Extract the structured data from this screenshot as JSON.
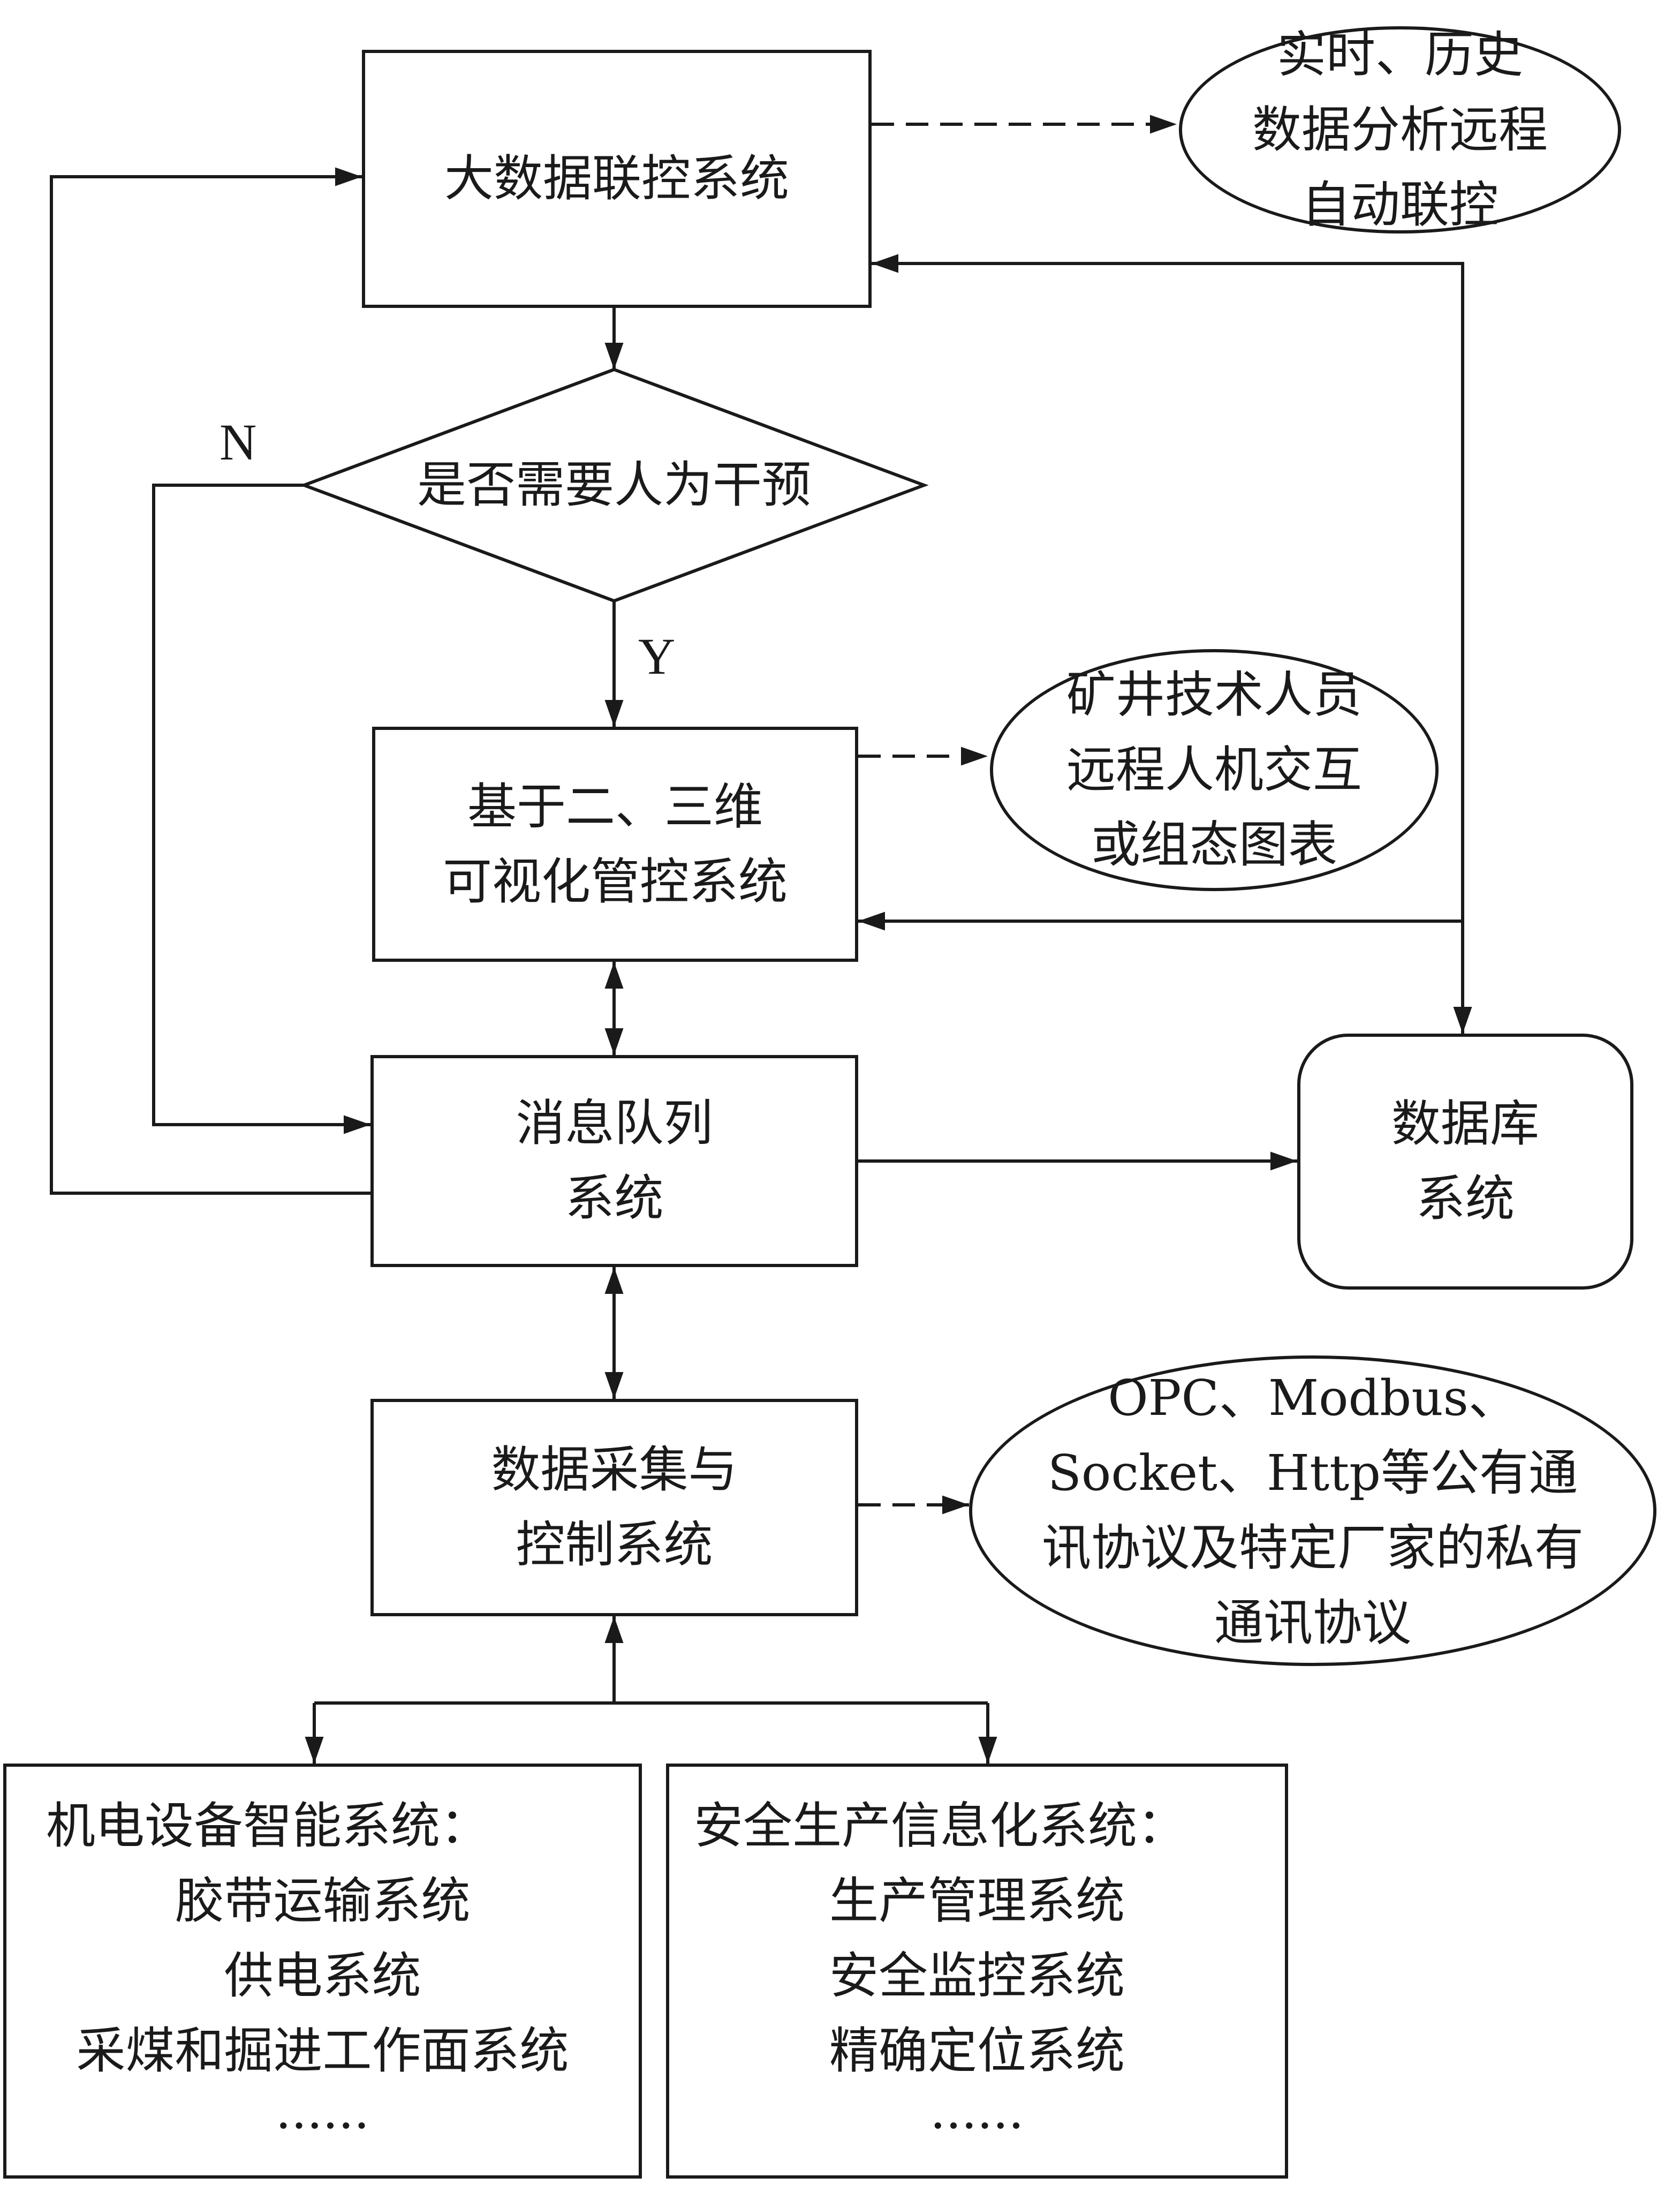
{
  "nodes": {
    "big_data": {
      "lines": [
        "大数据联控系统"
      ]
    },
    "analysis": {
      "lines": [
        "实时、历史",
        "数据分析远程",
        "自动联控"
      ]
    },
    "decision": {
      "lines": [
        "是否需要人为干预"
      ]
    },
    "visual": {
      "lines": [
        "基于二、三维",
        "可视化管控系统"
      ]
    },
    "tech_staff": {
      "lines": [
        "矿井技术人员",
        "远程人机交互",
        "或组态图表"
      ]
    },
    "mq": {
      "lines": [
        "消息队列",
        "系统"
      ]
    },
    "database": {
      "lines": [
        "数据库",
        "系统"
      ]
    },
    "acq": {
      "lines": [
        "数据采集与",
        "控制系统"
      ]
    },
    "protocols": {
      "lines": [
        "OPC、Modbus、",
        "Socket、Http等公有通",
        "讯协议及特定厂家的私有",
        "通讯协议"
      ]
    },
    "mech": {
      "title": "机电设备智能系统：",
      "items": [
        "胶带运输系统",
        "供电系统",
        "采煤和掘进工作面系统",
        "······"
      ]
    },
    "safety": {
      "title": "安全生产信息化系统：",
      "items": [
        "生产管理系统",
        "安全监控系统",
        "精确定位系统",
        "······"
      ]
    }
  },
  "labels": {
    "no": "N",
    "yes": "Y"
  },
  "colors": {
    "stroke": "#1a1a1a",
    "background": "#ffffff"
  }
}
